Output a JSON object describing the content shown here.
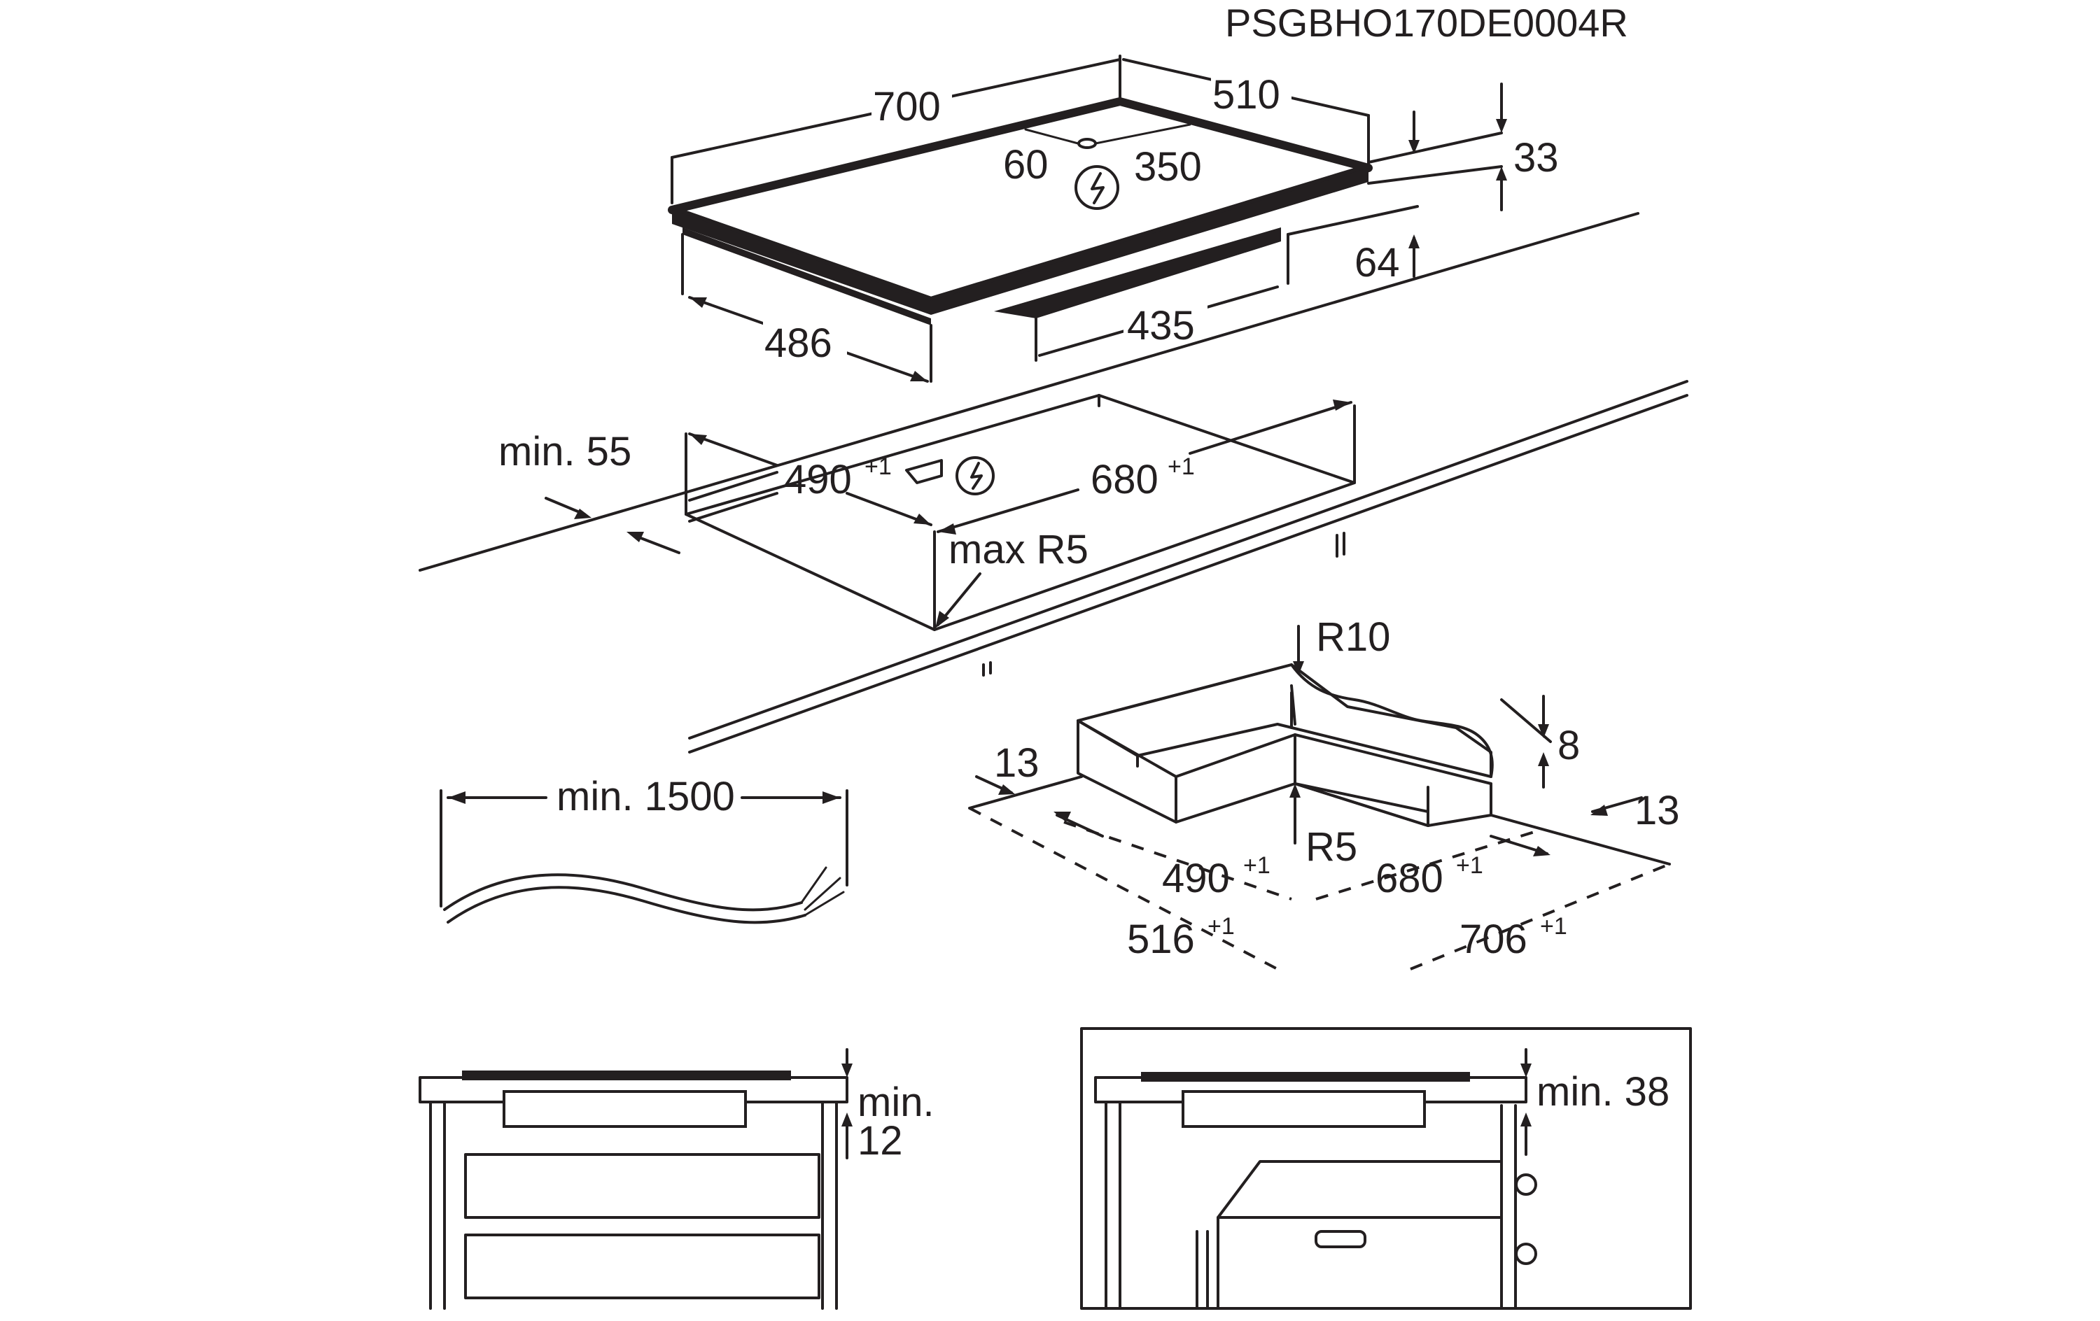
{
  "document_code": "PSGBHO170DE0004R",
  "hob": {
    "width": "700",
    "depth": "510",
    "connection_offset": "60",
    "connection_position": "350",
    "thickness": "33",
    "body_height": "64",
    "body_depth": "486",
    "body_width": "435",
    "power_icon": "electric-connection-icon"
  },
  "worktop": {
    "min_front_distance": "min. 55",
    "cutout_depth": "490",
    "cutout_width": "680",
    "tolerance": "+1",
    "corner_radius": "max R5"
  },
  "cable": {
    "min_length": "min. 1500"
  },
  "frame_detail": {
    "outer_radius": "R10",
    "inner_radius": "R5",
    "frame_height": "8",
    "frame_width_left": "13",
    "frame_width_right": "13",
    "inner_depth": "490",
    "inner_width": "680",
    "outer_depth": "516",
    "outer_width": "706",
    "tolerance": "+1"
  },
  "installation_drawers": {
    "min_gap_line1": "min.",
    "min_gap_line2": "12"
  },
  "installation_oven": {
    "min_gap": "min. 38"
  }
}
